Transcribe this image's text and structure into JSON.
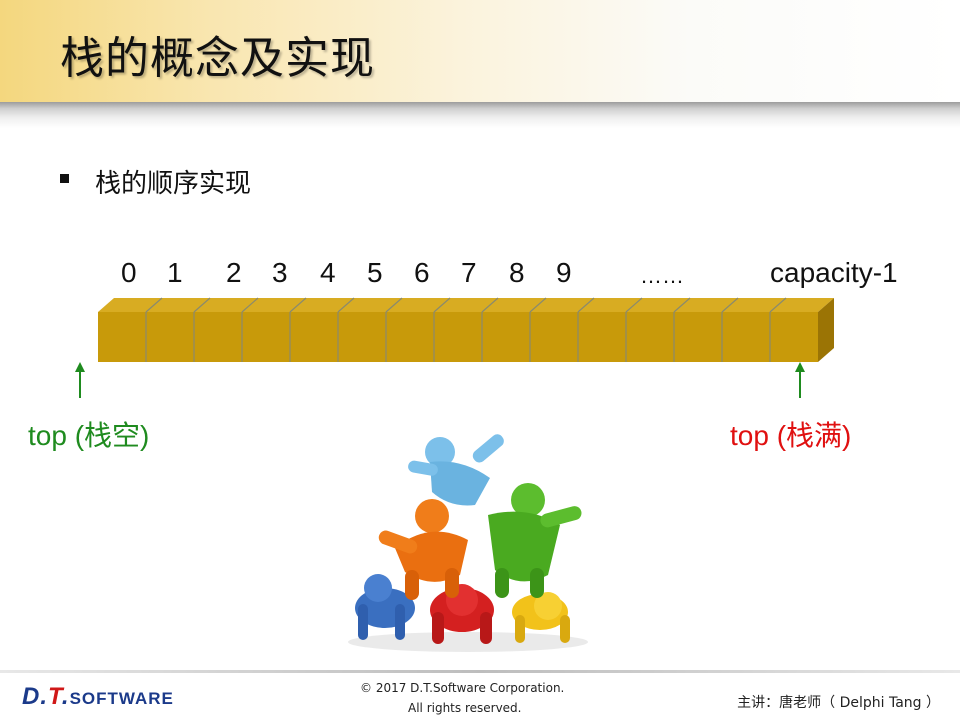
{
  "slide": {
    "title": "栈的概念及实现",
    "bullet": "栈的顺序实现"
  },
  "array": {
    "indices": [
      "0",
      "1",
      "2",
      "3",
      "4",
      "5",
      "6",
      "7",
      "8",
      "9",
      "……",
      "capacity-1"
    ],
    "cell_color": "#c89a0a"
  },
  "pointers": {
    "empty_label": "top (栈空)",
    "full_label": "top (栈满)",
    "empty_color": "#1f8b1f",
    "full_color": "#e01010"
  },
  "footer": {
    "logo_d": "D.",
    "logo_t": "T",
    "logo_dot": ".",
    "logo_software": "SOFTWARE",
    "copyright": "© 2017 D.T.Software Corporation.",
    "rights": "All rights reserved.",
    "speaker": "主讲：唐老师（ Delphi Tang ）"
  }
}
